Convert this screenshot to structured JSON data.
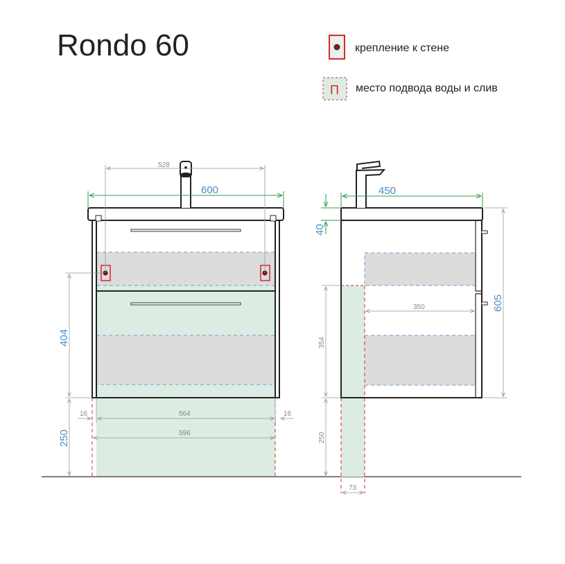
{
  "title": "Rondo 60",
  "legend": [
    {
      "label": "крепление к стене",
      "icon": "wall-mount-icon"
    },
    {
      "label": "место подвода воды и слив",
      "icon": "water-supply-drain-icon",
      "symbol": "П"
    }
  ],
  "front_view": {
    "dimensions": {
      "mount_spacing": "528",
      "width": "600",
      "mount_height": "404",
      "floor_clearance": "250",
      "left_offset": "16",
      "right_offset": "16",
      "inner_width": "564",
      "zone_width": "596"
    }
  },
  "side_view": {
    "dimensions": {
      "depth": "450",
      "top_thickness": "40",
      "height": "605",
      "inner_depth": "350",
      "zone_height": "354",
      "floor_clearance": "250",
      "zone_depth": "73"
    }
  },
  "colors": {
    "accent_blue": "#4a8cc8",
    "green": "#2e9e4a",
    "zone_green": "#dcece2",
    "zone_grey": "#dcdcdc",
    "red": "#d42a2a"
  }
}
